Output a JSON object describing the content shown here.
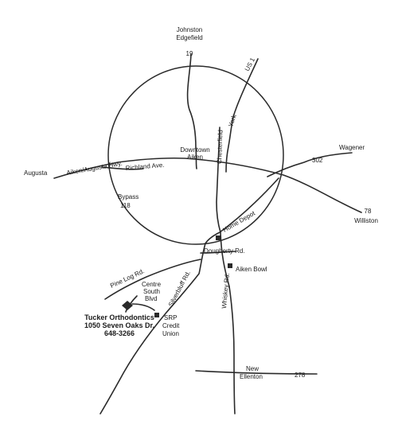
{
  "labels": {
    "johnston": "Johnston",
    "edgefield": "Edgefield",
    "route19": "19",
    "us1": "US 1",
    "york": "York",
    "chesterfield": "Chesterfield",
    "downtown": "Downtown",
    "aiken": "Aiken",
    "wagener": "Wagener",
    "route302": "302",
    "augusta": "Augusta",
    "aiken_augusta_hwy": "Aiken/Augusta Hwy.",
    "richland_ave": "Richland Ave.",
    "bypass": "Bypass",
    "route118": "118",
    "route78": "78",
    "williston": "Williston",
    "home_depot": "Home Depot",
    "dougherty_rd": "Dougherty Rd.",
    "aiken_bowl": "Aiken Bowl",
    "pine_log_rd": "Pine Log Rd.",
    "centre": "Centre",
    "south": "South",
    "blvd": "Blvd",
    "silverbluff_rd": "Silverbluff Rd.",
    "whiskey_rd": "Whiskey Rd.",
    "srp": "SRP",
    "credit": "Credit",
    "union": "Union",
    "new": "New",
    "ellenton": "Ellenton",
    "route278": "278"
  },
  "office": {
    "name": "Tucker Orthodontics",
    "address": "1050 Seven Oaks Dr.",
    "phone": "648-3266"
  }
}
